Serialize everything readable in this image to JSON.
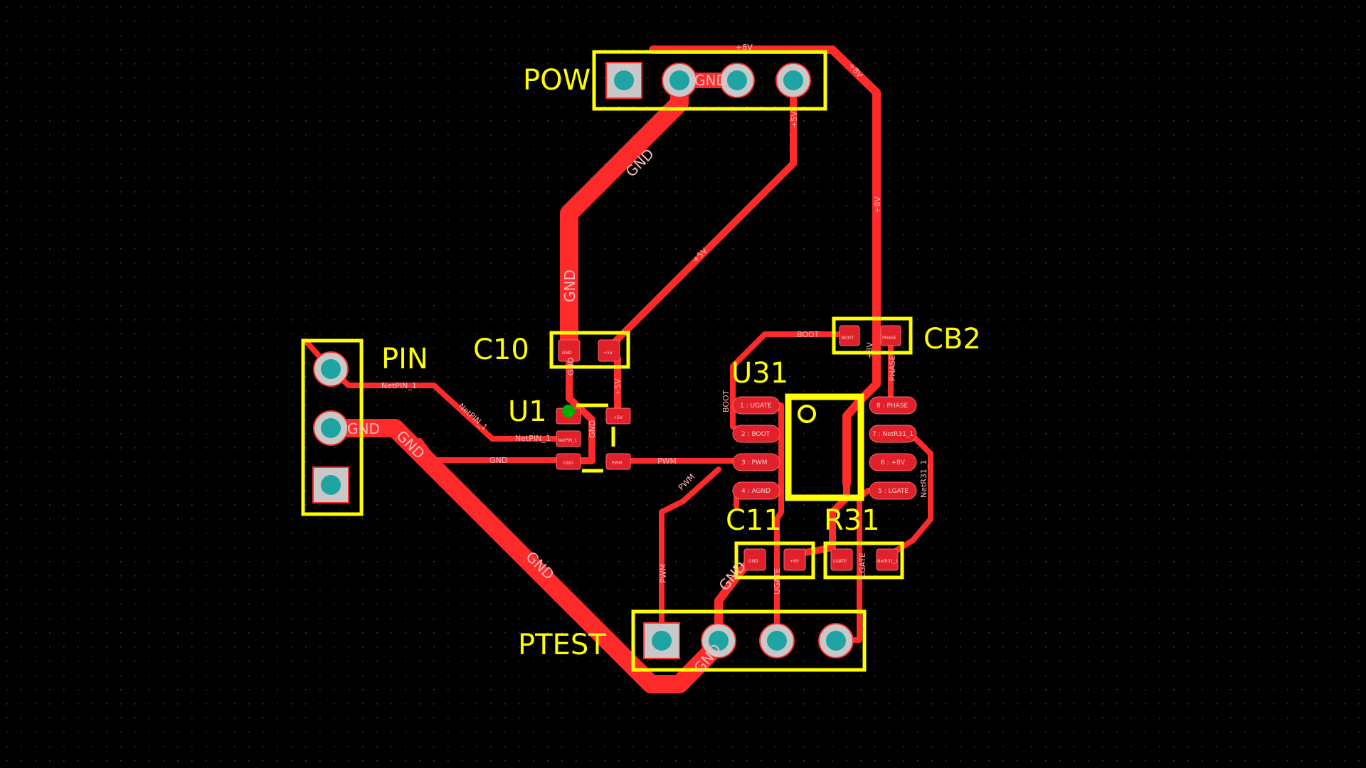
{
  "colors": {
    "background": "#000000",
    "grid": "#3a3a3a",
    "copper": "#ff2a2a",
    "silkscreen": "#ffff00",
    "pad_drill": "#1fa3a3",
    "pad_ring": "#c8c8c8",
    "via_dot": "#00b000"
  },
  "components": {
    "pow": "POW",
    "pin": "PIN",
    "c10": "C10",
    "u1": "U1",
    "u31": "U31",
    "cb2": "CB2",
    "c11": "C11",
    "r31": "R31",
    "ptest": "PTEST"
  },
  "nets": {
    "gnd": "GND",
    "plus8v": "+8V",
    "plus5v": "+5V",
    "boot": "BOOT",
    "phase": "PHASE",
    "pwm": "PWM",
    "ugate": "UGATE",
    "lgate": "LGATE",
    "netpin1": "NetPIN_1",
    "netr31": "NetR31_1"
  },
  "u31_pins": {
    "p1": "1 : UGATE",
    "p2": "2 : BOOT",
    "p3": "3 : PWM",
    "p4": "4 : AGND",
    "p5": "5 : LGATE",
    "p6": "6 : +8V",
    "p7": "7 : NetR31_1",
    "p8": "8 : PHASE"
  },
  "u1_pins": {
    "p2": "NetPIN_1",
    "p3": "GND",
    "p4": "PWM",
    "p5": "+5V"
  },
  "small_pads": {
    "c10_1": "GND",
    "c10_2": "+5V",
    "cb2_1": "BOOT",
    "cb2_2": "PHASE",
    "c11_1": "GND",
    "c11_2": "+8V",
    "r31_1": "LGATE",
    "r31_2": "NetR31_1"
  }
}
